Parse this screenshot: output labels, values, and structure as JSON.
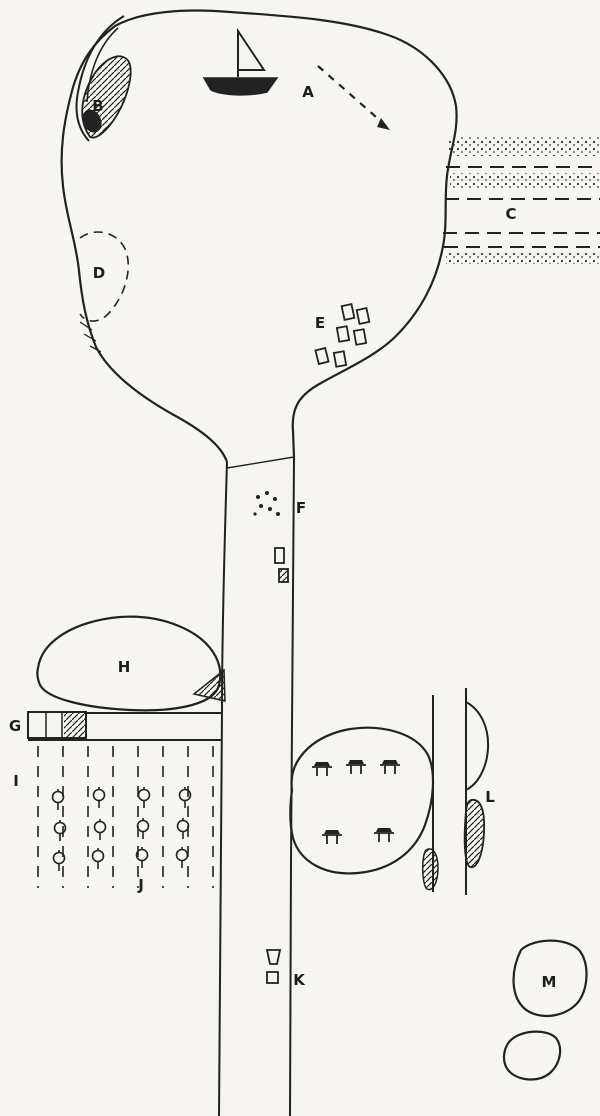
{
  "colors": {
    "paper": "#f6f5f1",
    "ink": "#222222"
  },
  "labels": {
    "A": "A",
    "B": "B",
    "C": "C",
    "D": "D",
    "E": "E",
    "F": "F",
    "G": "G",
    "H": "H",
    "I": "I",
    "J": "J",
    "K": "K",
    "L": "L",
    "M": "M"
  }
}
